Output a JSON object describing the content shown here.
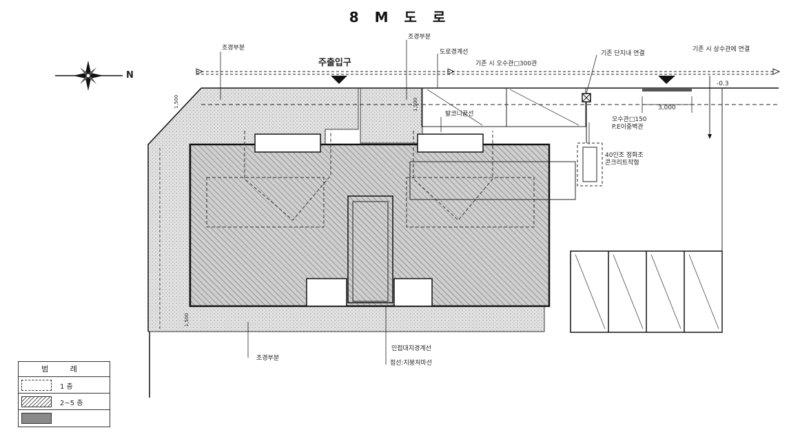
{
  "title": "8 M 도 로",
  "main_entrance": "주출입구",
  "notes": {
    "landscape_top_left": "조경부분",
    "landscape_top_mid": "조경부분",
    "landscape_bottom": "조경부분",
    "road_boundary": "도로경계선",
    "balcony_line": "발코니끝선",
    "existing_sewer": "기존 시 오수관□300관",
    "existing_inner_connection": "기존 단지내 연결",
    "existing_water_connection": "기존 시 상수관에 연결",
    "level": "-0.3",
    "dimension_3000": "3,000",
    "sewer_pipe": "오수관□150",
    "pe_pipe": "P.E이중벽관",
    "septic_tank_1": "40인조 정화조",
    "septic_tank_2": "콘크리트작형",
    "adjacent_boundary": "인접대지경계선",
    "dotted_line": "점선:지붕처마선",
    "dim_1500_a": "1,500",
    "dim_1500_b": "1,500",
    "dim_1500_c": "1,500"
  },
  "legend": {
    "header": "범 례",
    "rows": [
      {
        "label": "1 층",
        "pattern": "dashed-outline"
      },
      {
        "label": "2~5 층",
        "pattern": "hatch"
      },
      {
        "label": "",
        "pattern": "solid-gray"
      }
    ]
  },
  "compass": {
    "north_label": "N"
  },
  "colors": {
    "line": "#222222",
    "hatch": "#555555",
    "stipple": "#9a9a9a",
    "solid": "#8a8a8a"
  }
}
